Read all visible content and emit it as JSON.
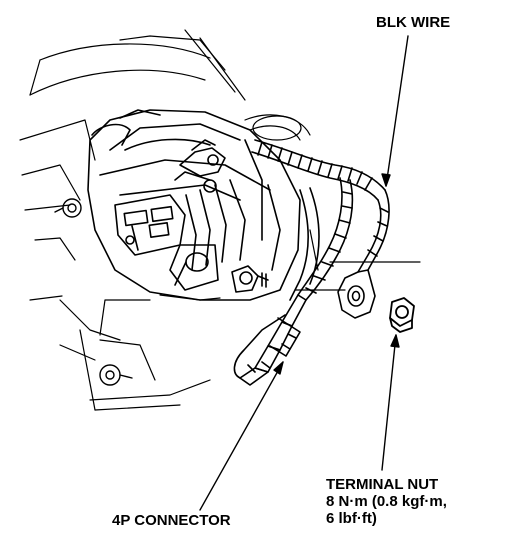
{
  "labels": {
    "blk_wire": "BLK WIRE",
    "connector_4p": "4P CONNECTOR",
    "terminal_nut": {
      "line1": "TERMINAL NUT",
      "line2": "8 N·m (0.8 kgf·m,",
      "line3": "6 lbf·ft)"
    }
  },
  "colors": {
    "ink": "#000000",
    "paper": "#ffffff"
  }
}
